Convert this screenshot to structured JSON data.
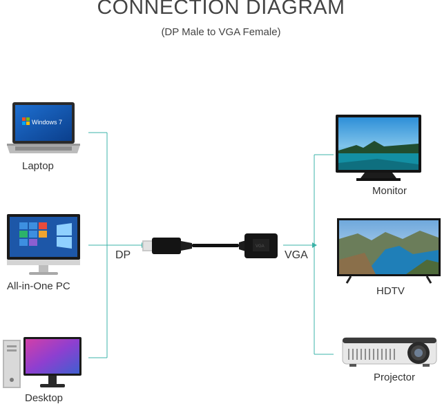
{
  "title": "CONNECTION DIAGRAM",
  "subtitle": "(DP Male to VGA Female)",
  "sources": [
    {
      "label": "Laptop",
      "icon": "laptop-icon"
    },
    {
      "label": "All-in-One PC",
      "icon": "all-in-one-pc-icon"
    },
    {
      "label": "Desktop",
      "icon": "desktop-icon"
    }
  ],
  "laptop_screen_text": "Windows 7",
  "adapter": {
    "input_label": "DP",
    "output_label": "VGA",
    "icon": "dp-to-vga-adapter-icon"
  },
  "displays": [
    {
      "label": "Monitor",
      "icon": "monitor-icon"
    },
    {
      "label": "HDTV",
      "icon": "hdtv-icon"
    },
    {
      "label": "Projector",
      "icon": "projector-icon"
    }
  ],
  "colors": {
    "connector_line": "#3bb3a8",
    "title_text": "#444444"
  }
}
